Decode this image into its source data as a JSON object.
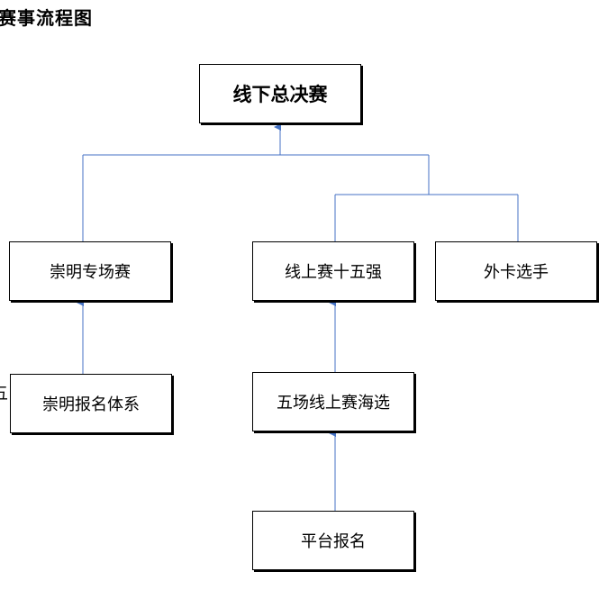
{
  "title": "赛事流程图",
  "stray_text": "五",
  "line_color": "#4472C4",
  "nodes": {
    "final": "线下总决赛",
    "chongming_special": "崇明专场赛",
    "online_top15": "线上赛十五强",
    "wildcard": "外卡选手",
    "chongming_signup": "崇明报名体系",
    "five_online_audition": "五场线上赛海选",
    "platform_signup": "平台报名"
  }
}
